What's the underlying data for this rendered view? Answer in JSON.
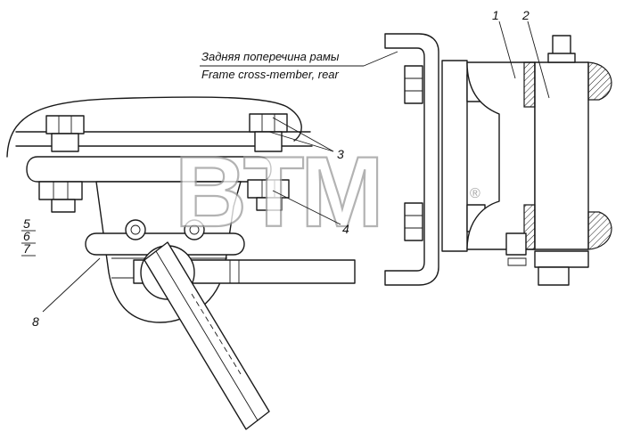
{
  "caption": {
    "ru": "Задняя поперечина рамы",
    "en": "Frame cross-member, rear"
  },
  "callouts": [
    "1",
    "2",
    "3",
    "4",
    "5",
    "6",
    "7",
    "8"
  ],
  "watermark": {
    "text": "BTM",
    "mark": "®"
  }
}
